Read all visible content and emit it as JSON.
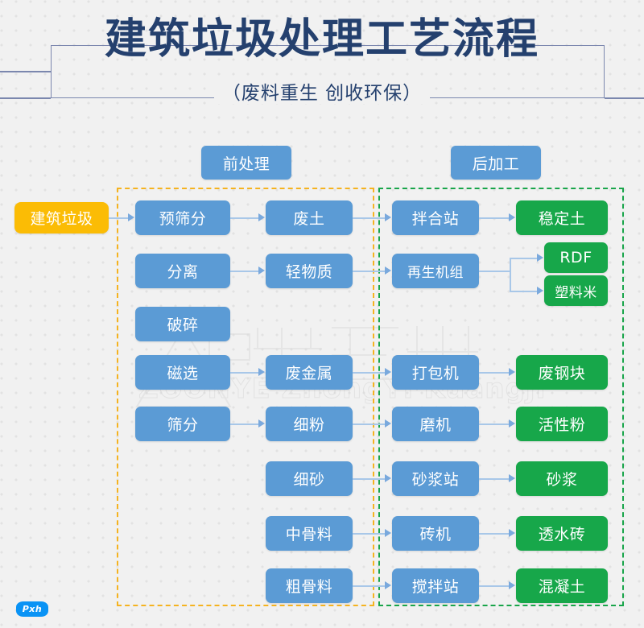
{
  "header": {
    "title": "建筑垃圾处理工艺流程",
    "subtitle": "（废料重生  创收环保）"
  },
  "watermark": {
    "text": "ZOONYE ZhongYi Kuangji"
  },
  "footer": {
    "badge": "Pxh"
  },
  "sections": {
    "pre_label": "前处理",
    "post_label": "后加工"
  },
  "input": {
    "label": "建筑垃圾"
  },
  "colors": {
    "process_blue": "#5b9bd5",
    "product_green": "#17a74a",
    "input_amber": "#fbbc05",
    "pre_zone_border": "#f5b320",
    "post_zone_border": "#19a54a",
    "connector": "#a8c7e8",
    "title_navy": "#24406e"
  },
  "nodes": {
    "pre_col1": [
      {
        "label": "预筛分"
      },
      {
        "label": "分离"
      },
      {
        "label": "破碎"
      },
      {
        "label": "磁选"
      },
      {
        "label": "筛分"
      }
    ],
    "pre_col2": [
      {
        "label": "废土"
      },
      {
        "label": "轻物质"
      },
      {
        "label": "废金属"
      },
      {
        "label": "细粉"
      },
      {
        "label": "细砂"
      },
      {
        "label": "中骨料"
      },
      {
        "label": "粗骨料"
      }
    ],
    "post_col1": [
      {
        "label": "拌合站"
      },
      {
        "label": "再生机组"
      },
      {
        "label": "打包机"
      },
      {
        "label": "磨机"
      },
      {
        "label": "砂浆站"
      },
      {
        "label": "砖机"
      },
      {
        "label": "搅拌站"
      }
    ],
    "post_col2": [
      {
        "label": "稳定土"
      },
      {
        "label": "RDF"
      },
      {
        "label": "塑料米"
      },
      {
        "label": "废钢块"
      },
      {
        "label": "活性粉"
      },
      {
        "label": "砂浆"
      },
      {
        "label": "透水砖"
      },
      {
        "label": "混凝土"
      }
    ]
  }
}
